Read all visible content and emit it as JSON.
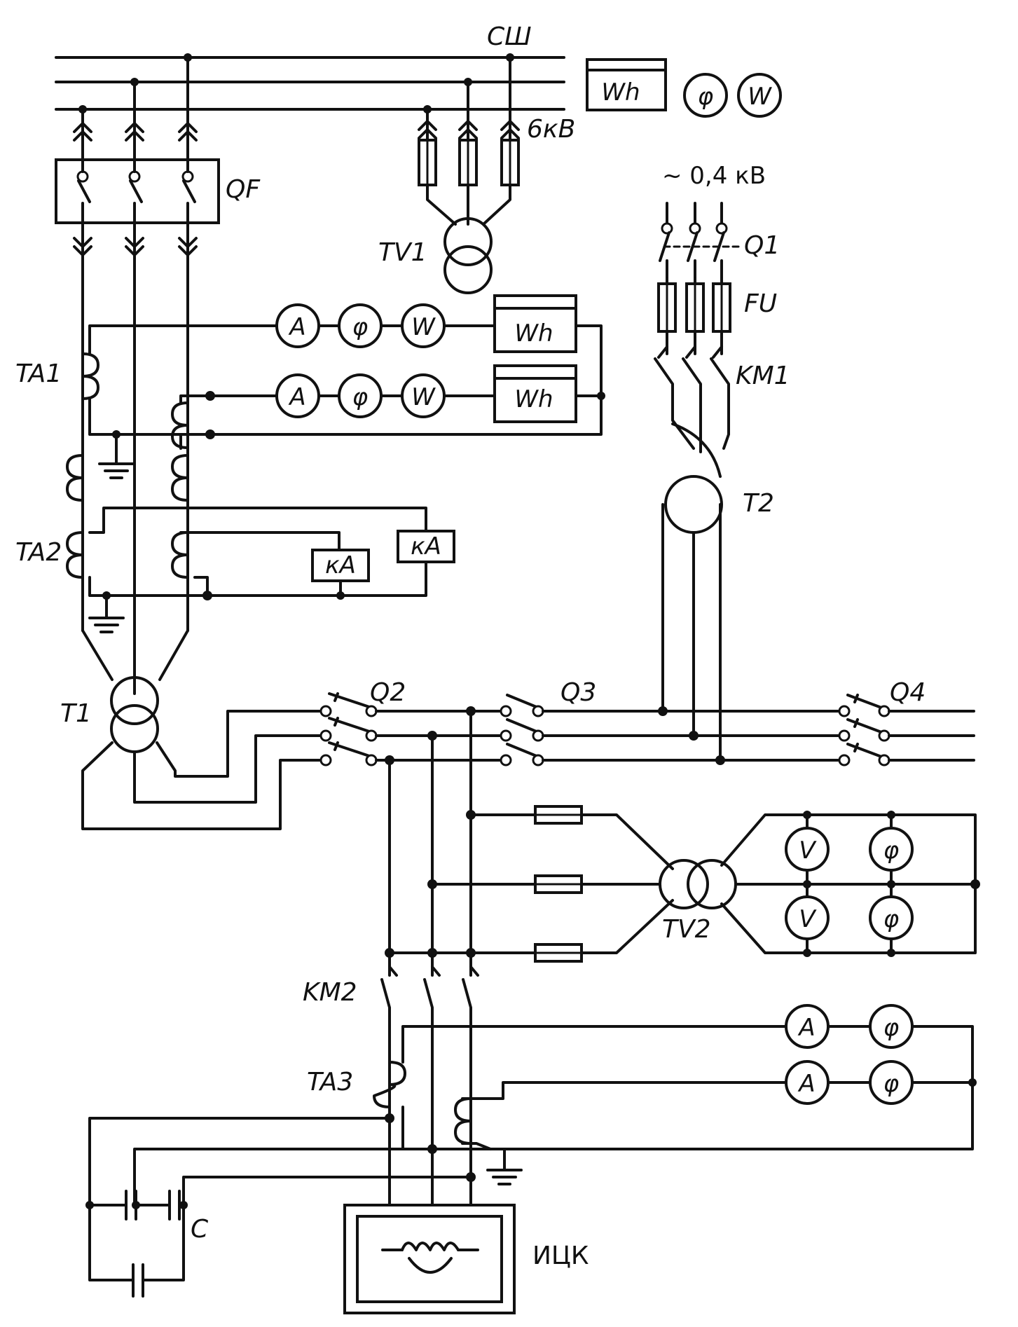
{
  "labels": {
    "bus": "СШ",
    "hv_voltage": "6кВ",
    "lv_voltage": "~ 0,4 кВ",
    "breaker_qf": "QF",
    "vt1": "TV1",
    "ta1": "TA1",
    "ta2": "TA2",
    "t1": "T1",
    "q1": "Q1",
    "fu": "FU",
    "km1": "KM1",
    "t2": "T2",
    "q2": "Q2",
    "q3": "Q3",
    "q4": "Q4",
    "vt2": "TV2",
    "km2": "KM2",
    "ta3": "TA3",
    "cap": "C",
    "furnace": "ИЦК"
  },
  "meters": {
    "ammeter": "A",
    "phase": "φ",
    "wattmeter": "W",
    "energy": "Wh",
    "voltmeter": "V",
    "relay": "кА"
  }
}
